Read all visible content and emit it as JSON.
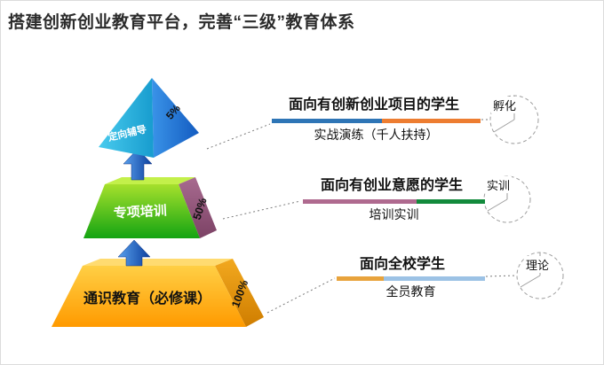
{
  "title": "搭建创新创业教育平台，完善“三级”教育体系",
  "pyramid": {
    "levels": [
      {
        "label": "定向辅导",
        "percent": "5%",
        "color": "#1f7fd4"
      },
      {
        "label": "专项培训",
        "percent": "50%",
        "color": "#1ea510"
      },
      {
        "label": "通识教育（必修课）",
        "percent": "100%",
        "color": "#ffae00"
      }
    ]
  },
  "rows": [
    {
      "heading": "面向有创新创业项目的学生",
      "subtitle": "实战演练（千人扶持）",
      "badge": "孵化",
      "bar": {
        "left_color": "#2e75b6",
        "right_color": "#ed7d31"
      }
    },
    {
      "heading": "面向有创业意愿的学生",
      "subtitle": "培训实训",
      "badge": "实训",
      "bar": {
        "left_color": "#af6a8f",
        "right_color": "#128a3c"
      }
    },
    {
      "heading": "面向全校学生",
      "subtitle": "全员教育",
      "badge": "理论",
      "bar": {
        "left_color": "#e8a33c",
        "right_color": "#9cc2e5"
      }
    }
  ]
}
